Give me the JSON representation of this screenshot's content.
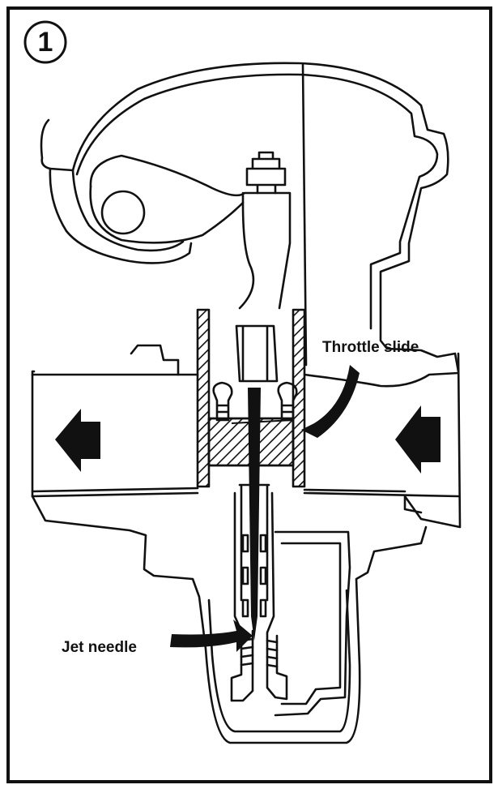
{
  "figure": {
    "number": "1",
    "labels": {
      "throttle_slide": "Throttle slide",
      "jet_needle": "Jet needle"
    }
  },
  "colors": {
    "ink": "#111111",
    "paper": "#ffffff"
  }
}
